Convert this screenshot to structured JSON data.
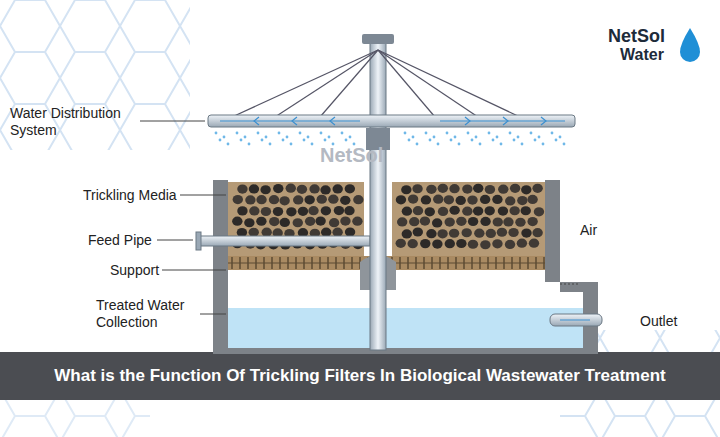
{
  "diagram": {
    "title": "What is the Function Of Trickling Filters In Biological Wastewater Treatment",
    "labels": [
      "Water Distribution System",
      "Trickling Media",
      "Feed Pipe",
      "Support",
      "Treated Water Collection",
      "Air",
      "Outlet",
      "NetSol",
      "Water",
      "NetSol"
    ]
  }
}
